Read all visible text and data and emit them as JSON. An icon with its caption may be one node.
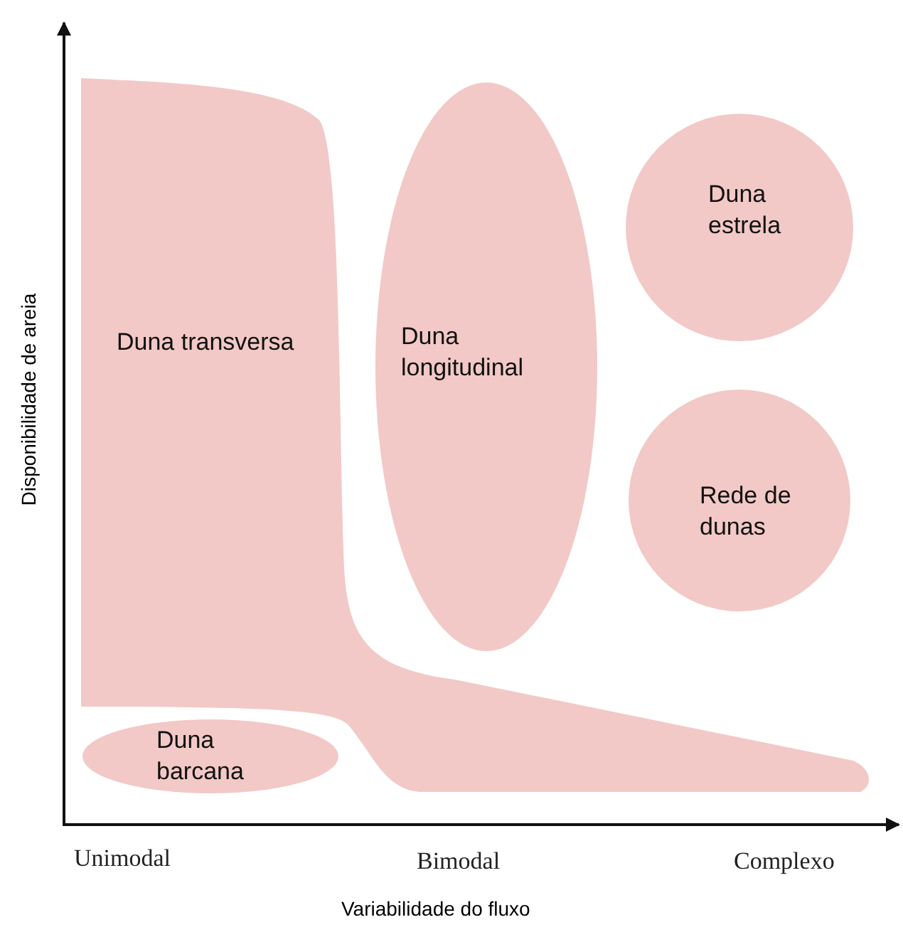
{
  "diagram": {
    "nodes": [
      {
        "text": [
          "Duna transversa"
        ]
      },
      {
        "text": [
          "Duna longitudinal"
        ]
      },
      {
        "text": [
          "Duna estrela"
        ]
      },
      {
        "text": [
          "Rede de dunas"
        ]
      },
      {
        "text": [
          "Duna barcana"
        ]
      }
    ],
    "labels": [
      "Disponibilidade de areia",
      "Unimodal",
      "Bimodal",
      "Complexo",
      "Variabilidade do fluxo"
    ]
  }
}
